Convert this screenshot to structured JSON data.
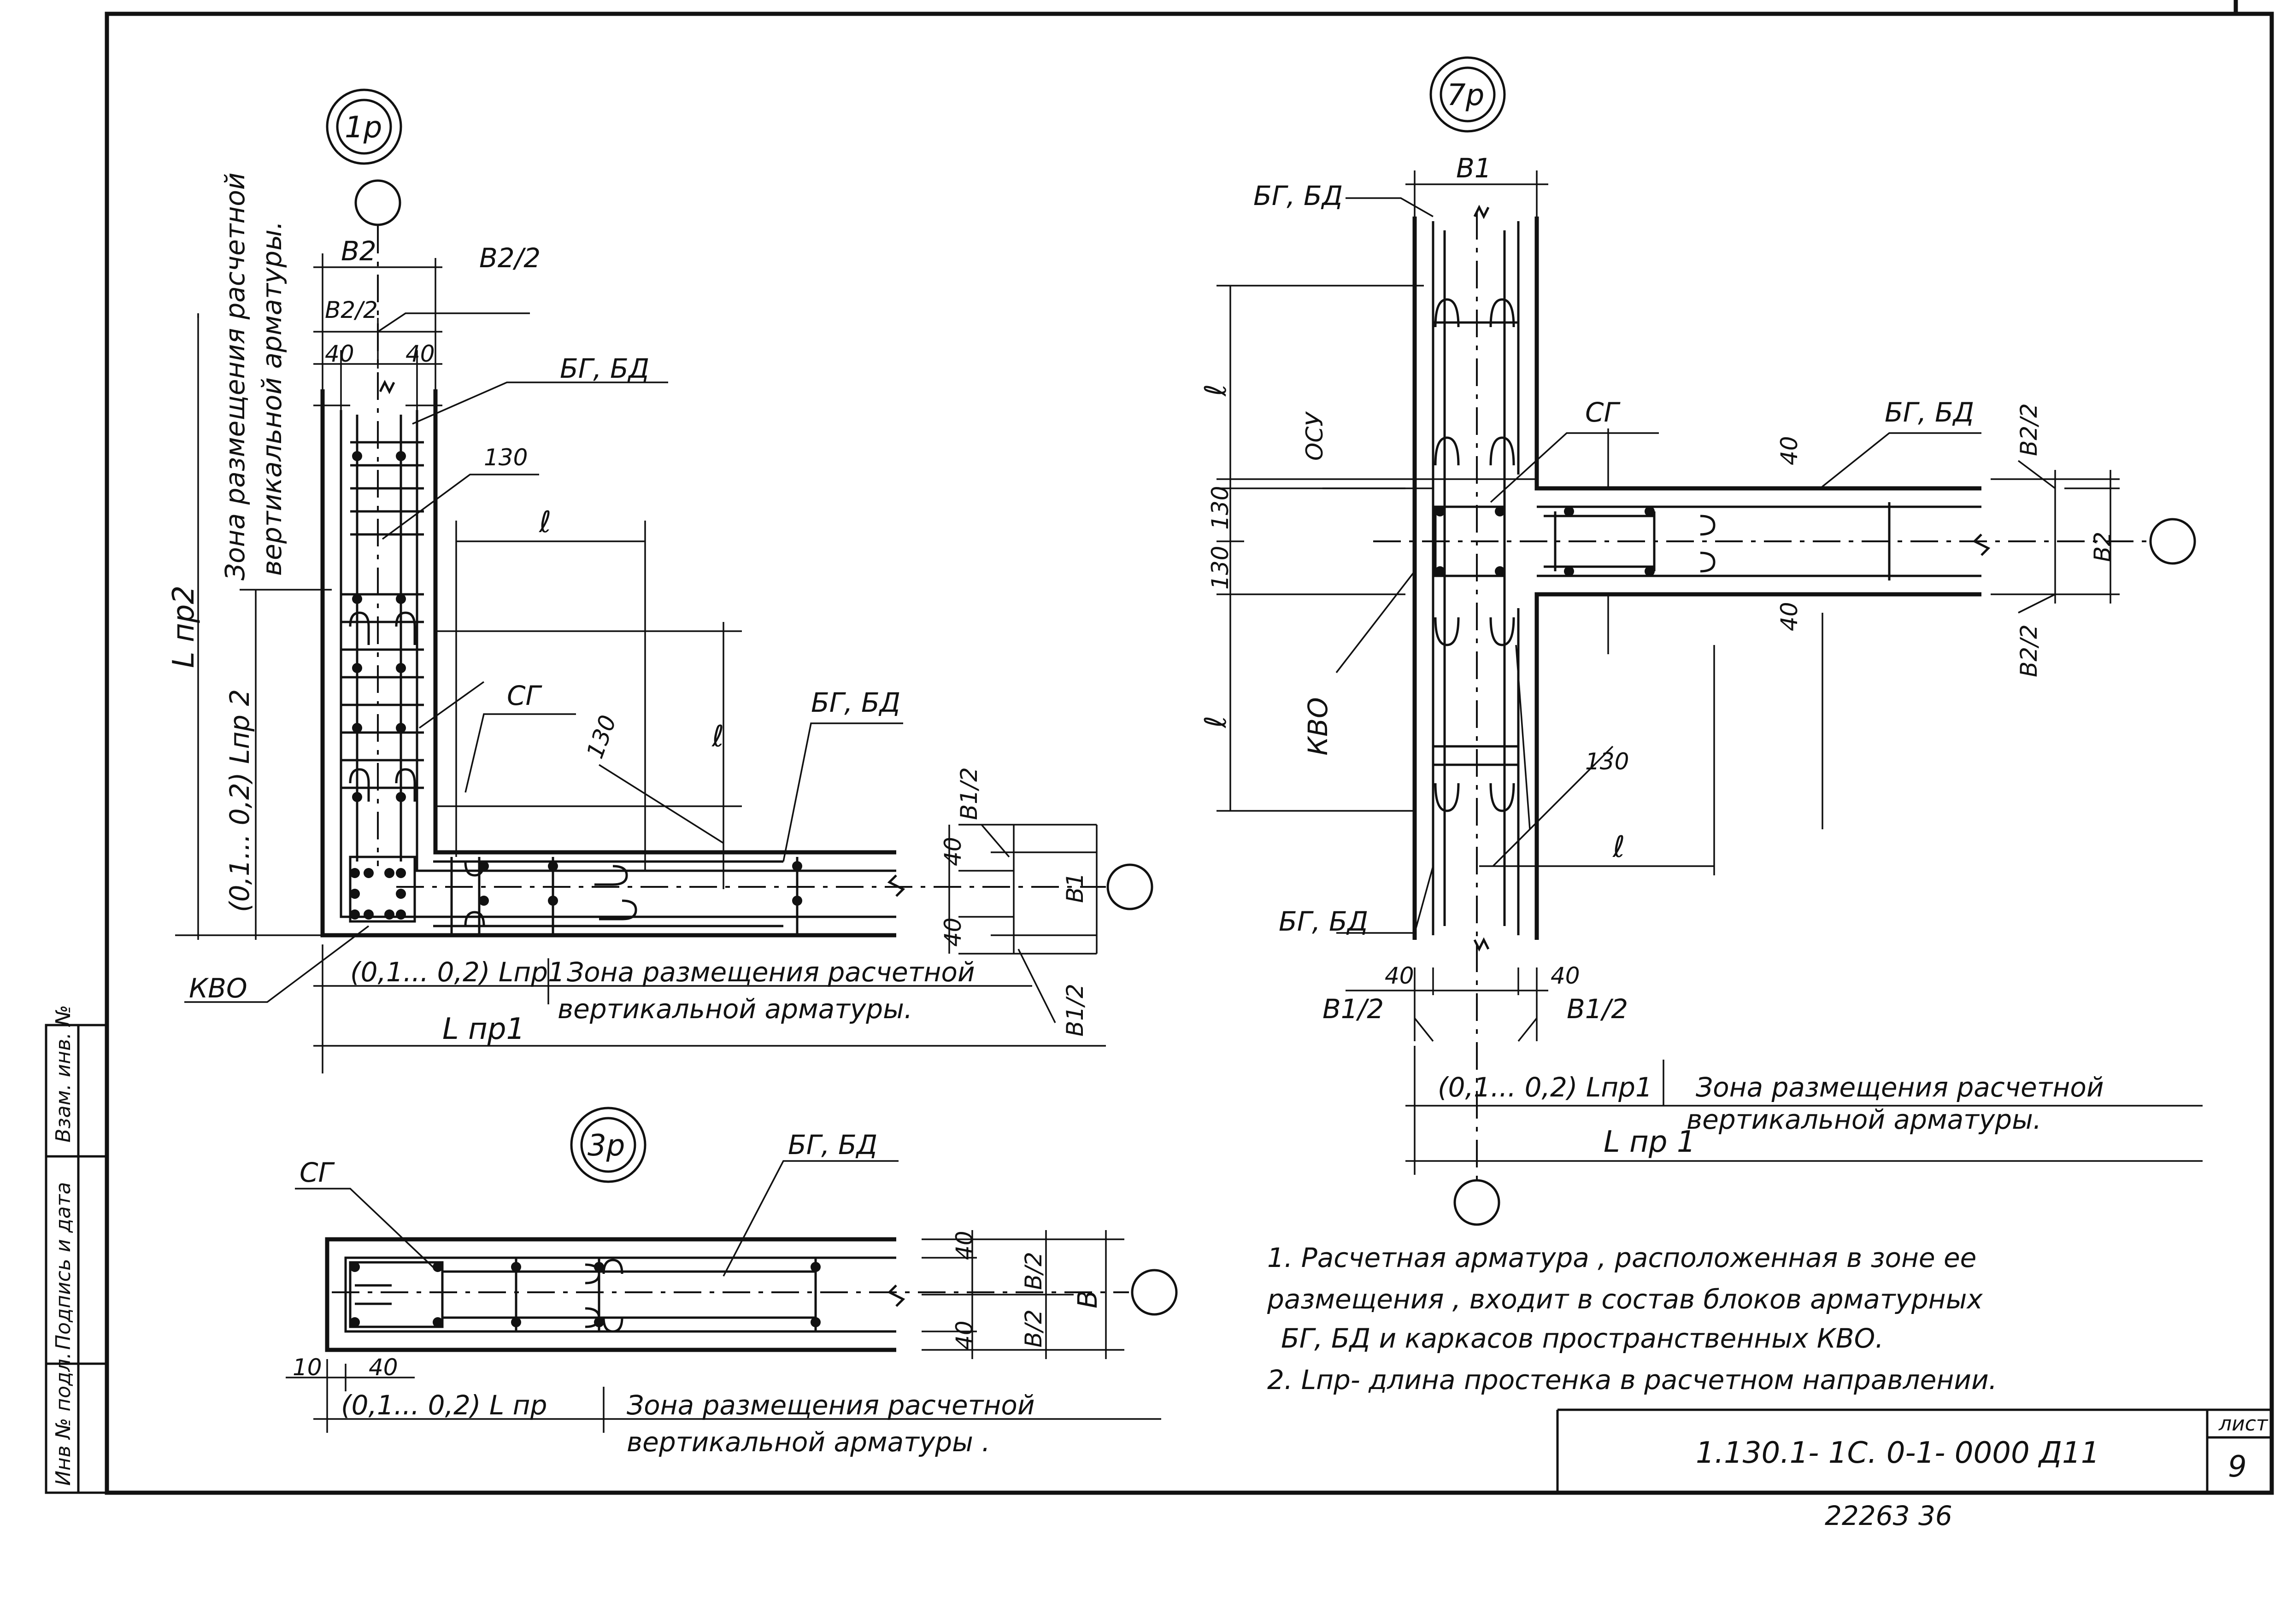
{
  "views": {
    "view1": {
      "marker": "1р",
      "dims": {
        "b2": "В2",
        "b2_half_right": "В2/2",
        "b2_half_left": "В2/2",
        "c40_left": "40",
        "c40_right": "40",
        "c130_top": "130",
        "c130_mid": "130",
        "ell_h": "ℓ",
        "ell_v": "ℓ",
        "c40_a": "40",
        "c40_b": "40",
        "b1_half_top": "В1/2",
        "b1": "В1",
        "b1_half_bottom": "В1/2"
      },
      "labels": {
        "bg_bd_top": "БГ, БД",
        "bg_bd_horizontal": "БГ, БД",
        "sg": "СГ",
        "kvo": "КВО",
        "l_pr2": "L пр2",
        "range_lpr2": "(0,1... 0,2)  Lпр 2",
        "zone_vertical_line1": "Зона  размещения  расчетной",
        "zone_vertical_line2": "вертикальной  арматуры.",
        "range_lpr1": "(0,1... 0,2) Lпр1",
        "zone_line1": "Зона  размещения  расчетной",
        "zone_line2": "вертикальной   арматуры.",
        "l_pr1": "L пр1"
      }
    },
    "view3": {
      "marker": "3р",
      "labels": {
        "sg": "СГ",
        "bg_bd": "БГ, БД",
        "c40_top": "40",
        "c40_bottom": "40",
        "b_half_top": "В/2",
        "b_half_bottom": "В/2",
        "b": "В",
        "c10": "10",
        "c40_left": "40",
        "range": "(0,1... 0,2)   L пр",
        "zone_line1": "Зона  размещения  расчетной",
        "zone_line2": "вертикальной   арматуры ."
      }
    },
    "view7": {
      "marker": "7р",
      "labels": {
        "b1_top": "В1",
        "bg_bd_top": "БГ, БД",
        "ell_top": "ℓ",
        "osu": "ОСУ",
        "sg": "СГ",
        "c130_upper": "130",
        "c130_lower": "130",
        "ell_bottom": "ℓ",
        "kvo": "КВО",
        "c40_upper": "40",
        "c40_lower": "40",
        "bg_bd_right": "БГ, БД",
        "b2_half_top": "В2/2",
        "b2": "В2",
        "b2_half_bottom": "В2/2",
        "c130_diag": "130",
        "ell_h": "ℓ",
        "bg_bd_bottom": "БГ, БД",
        "c40_left": "40",
        "c40_right": "40",
        "b1_half_left": "В1/2",
        "b1_half_right": "В1/2",
        "range": "(0,1... 0,2)   Lпр1",
        "zone_line1": "Зона  размещения  расчетной",
        "zone_line2": "вертикальной   арматуры.",
        "l_pr1": "L пр 1"
      }
    }
  },
  "notes": [
    "1.  Расчетная  арматура ,  расположенная  в  зоне  ее",
    "размещения ,  входит  в  состав  блоков  арматурных",
    "БГ, БД  и  каркасов   пространственных  КВО.",
    "2.  Lпр- длина  простенка  в расчетном  направлении."
  ],
  "title_block": {
    "doc_code": "1.130.1- 1С.  0-1-      0000 Д11",
    "sheet_label": "лист",
    "sheet_number": "9",
    "bottom_code": "22263   36"
  },
  "side_stamp": {
    "inv_no": "Инв № подл.",
    "signature_date": "Подпись и дата",
    "replaced_inv": "Взам. инв. №"
  }
}
